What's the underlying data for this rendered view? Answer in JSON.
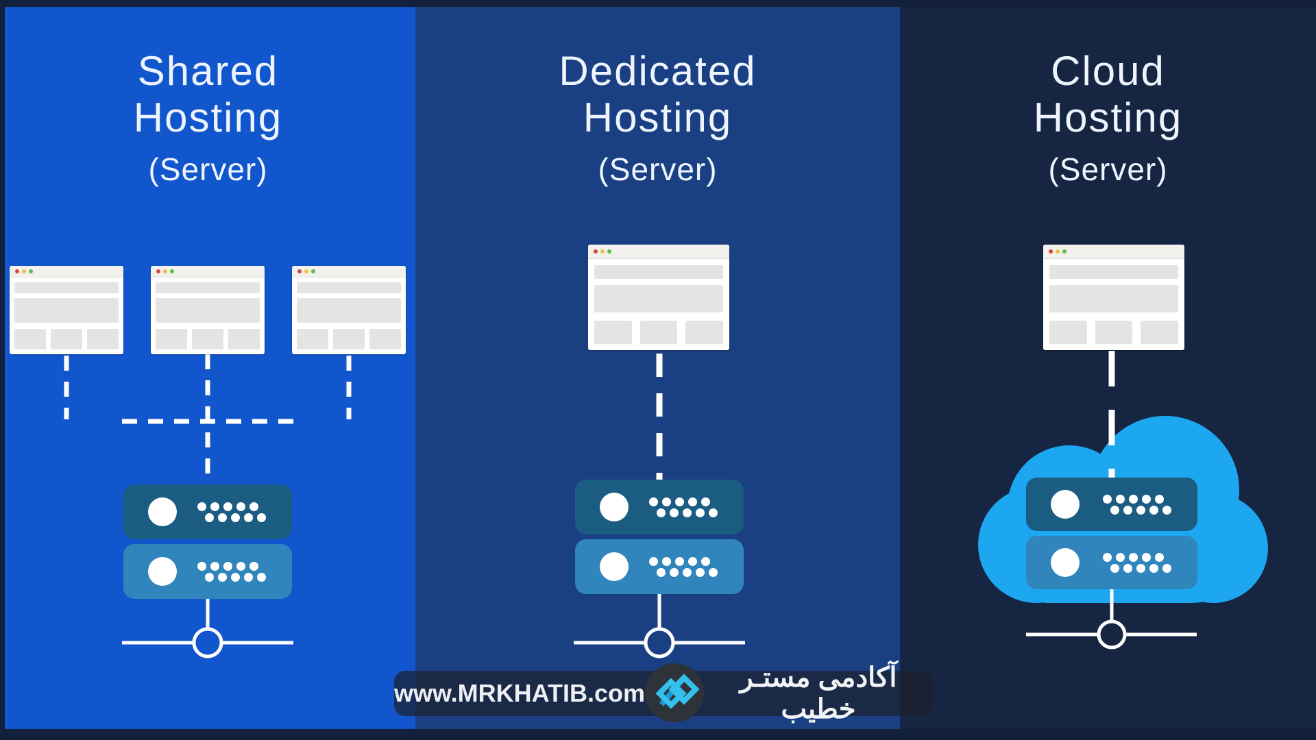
{
  "panels": [
    {
      "name": "shared",
      "title_line1": "Shared",
      "title_line2": "Hosting",
      "title_line3": "(Server)",
      "client_browsers": 3,
      "server_units": 2,
      "wrapped_in_cloud": false,
      "background_color": "#1156cd"
    },
    {
      "name": "dedicated",
      "title_line1": "Dedicated",
      "title_line2": "Hosting",
      "title_line3": "(Server)",
      "client_browsers": 1,
      "server_units": 2,
      "wrapped_in_cloud": false,
      "background_color": "#1a4083"
    },
    {
      "name": "cloud",
      "title_line1": "Cloud",
      "title_line2": "Hosting",
      "title_line3": "(Server)",
      "client_browsers": 1,
      "server_units": 2,
      "wrapped_in_cloud": true,
      "background_color": "#162542"
    }
  ],
  "footer": {
    "website_url": "www.MRKHATIB.com",
    "brand_name_fa": "آکادمی مستـر خطیب",
    "logo": "mrkhatib-infinity-logo"
  },
  "icons": {
    "window_buttons": [
      "red-dot-icon",
      "yellow-dot-icon",
      "green-dot-icon"
    ],
    "server_led": "power-led-circle",
    "server_vents": "vent-dots",
    "network_node": "hollow-circle-node",
    "cloud": "cloud-shape"
  },
  "colors": {
    "shared_panel": "#1156cd",
    "dedicated_panel": "#1a4083",
    "cloud_panel": "#162542",
    "frame": "#12203c",
    "cloud_shape": "#1ca7f0",
    "server_top_unit": "#1a5c82",
    "server_bottom_unit": "#3085bc",
    "connector_lines": "#ffffff",
    "footer_bar": "rgba(26,32,46,0.72)",
    "logo_cyan": "#35c1ee",
    "logo_cyan_dark": "#1a9ad6",
    "logo_disc": "#2e333a"
  }
}
